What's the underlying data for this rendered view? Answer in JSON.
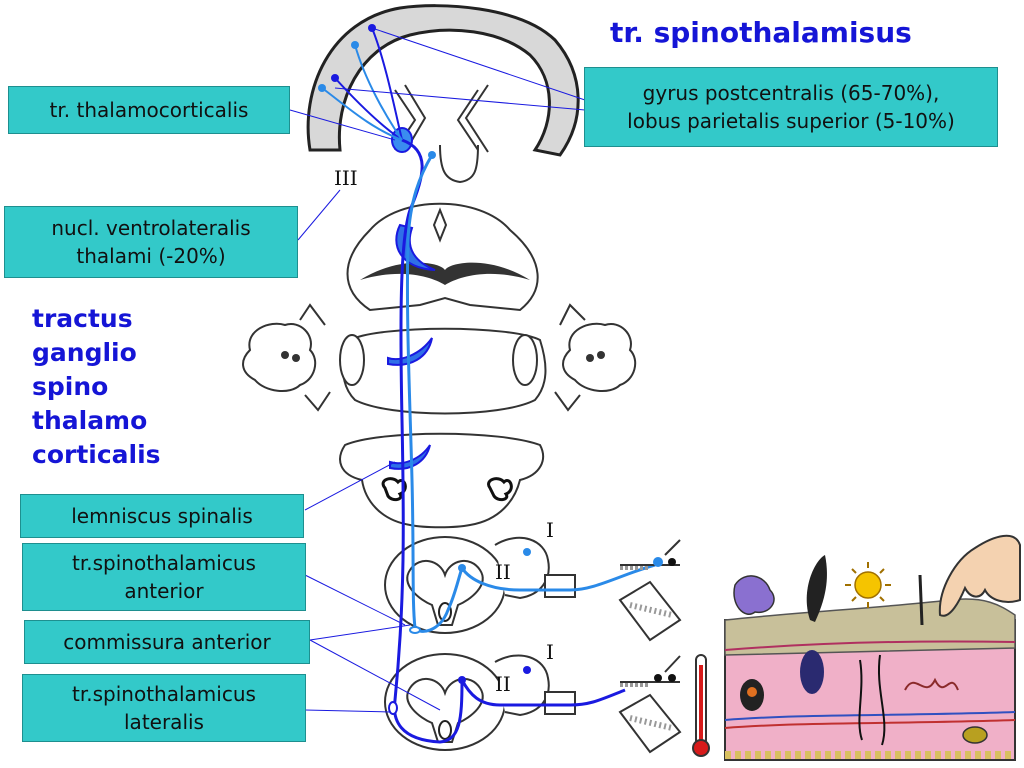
{
  "title": "tr. spinothalamisus",
  "side_title": [
    "tractus",
    "ganglio",
    "spino",
    "thalamo",
    "corticalis"
  ],
  "labels": {
    "gyrus": [
      "gyrus postcentralis (65-70%),",
      "lobus parietalis superior (5-10%)"
    ],
    "thalamocorticalis": [
      "tr. thalamocorticalis"
    ],
    "nucl_ventrolateralis": [
      "nucl. ventrolateralis",
      "thalami (-20%)"
    ],
    "lemniscus": [
      "lemniscus spinalis"
    ],
    "spinothal_anterior": [
      "tr.spinothalamicus",
      "anterior"
    ],
    "commissura": [
      "commissura anterior"
    ],
    "spinothal_lateralis": [
      "tr.spinothalamicus",
      "lateralis"
    ]
  },
  "roman": {
    "thalamus": "III",
    "upper_ganglion": "I",
    "upper_horn": "II",
    "lower_ganglion": "I",
    "lower_horn": "II"
  },
  "colors": {
    "label_fill": "#33c9c9",
    "title": "#1515d6",
    "pathway_dark": "#1a1ae0",
    "pathway_light": "#2a8ae8",
    "nucleus_fill": "#2f6fe8",
    "skin_pink": "#f0b0c8",
    "skin_top": "#c8c09a"
  }
}
